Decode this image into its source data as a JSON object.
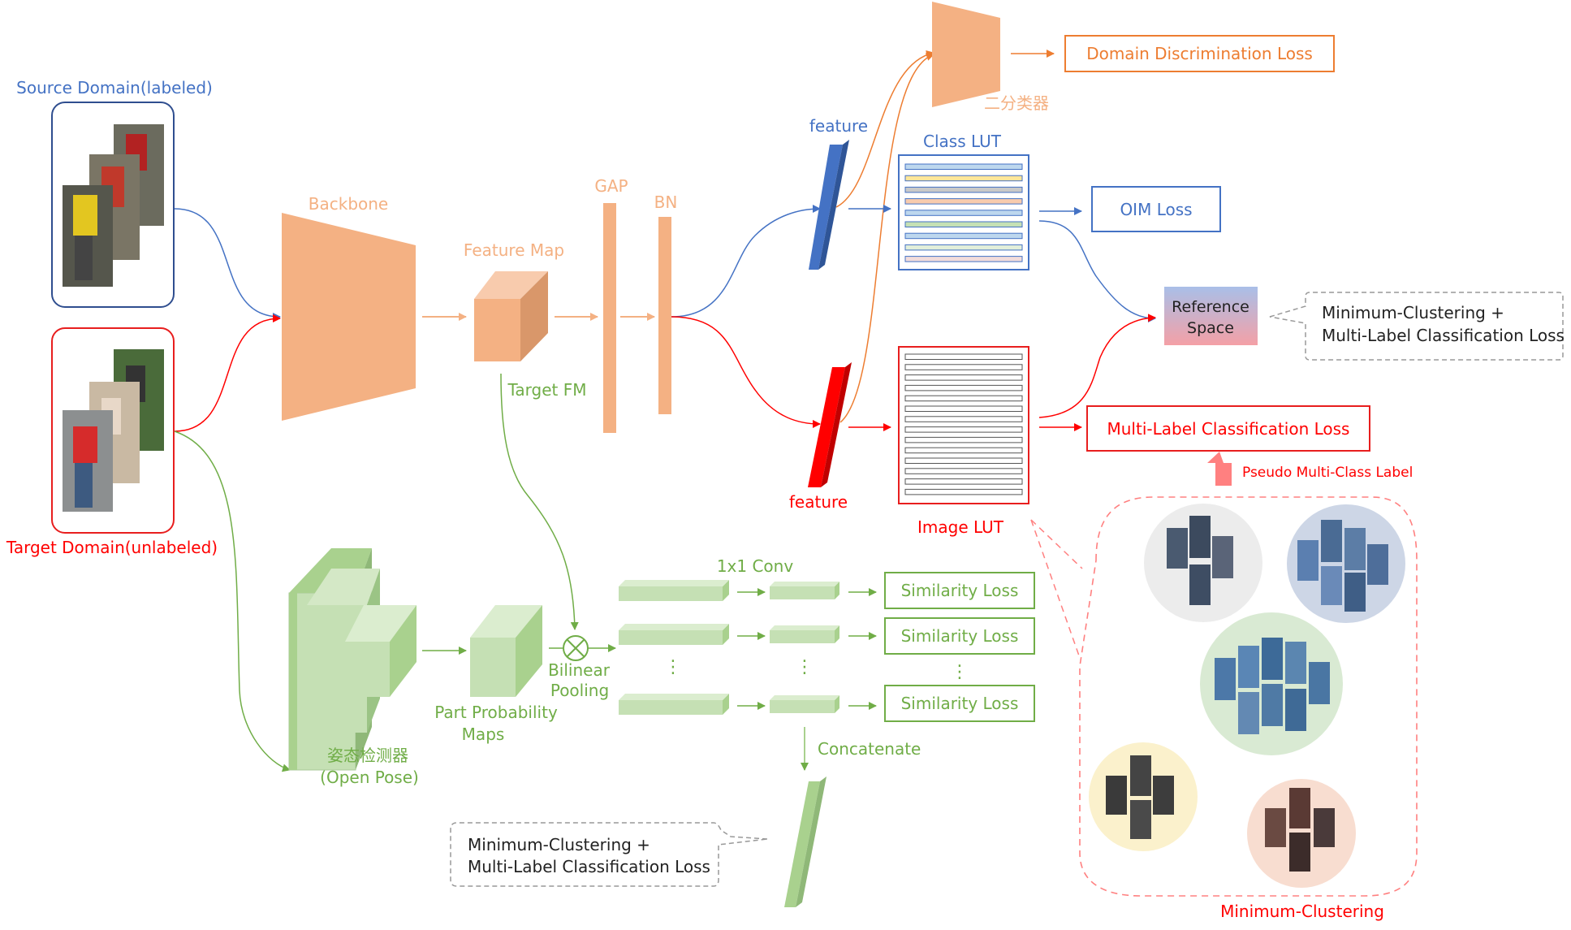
{
  "labels": {
    "source_domain": "Source Domain(labeled)",
    "target_domain": "Target Domain(unlabeled)",
    "backbone": "Backbone",
    "feature_map": "Feature Map",
    "target_fm": "Target FM",
    "gap": "GAP",
    "bn": "BN",
    "feature_top": "feature",
    "feature_bottom": "feature",
    "class_lut": "Class LUT",
    "image_lut": "Image LUT",
    "classifier": "二分类器",
    "domain_loss": "Domain Discrimination Loss",
    "oim_loss": "OIM Loss",
    "reference_space_1": "Reference",
    "reference_space_2": "Space",
    "ref_loss_1": "Minimum-Clustering +",
    "ref_loss_2": "Multi-Label Classification Loss",
    "mlc_loss": "Multi-Label Classification Loss",
    "pseudo_label": "Pseudo Multi-Class Label",
    "min_clustering": "Minimum-Clustering",
    "pose_detector_1": "姿态检测器",
    "pose_detector_2": "(Open Pose)",
    "part_prob_1": "Part Probability",
    "part_prob_2": "Maps",
    "bilinear_1": "Bilinear",
    "bilinear_2": "Pooling",
    "conv": "1x1 Conv",
    "sim_loss_1": "Similarity Loss",
    "sim_loss_2": "Similarity Loss",
    "sim_loss_3": "Similarity Loss",
    "concatenate": "Concatenate",
    "bottom_loss_1": "Minimum-Clustering +",
    "bottom_loss_2": "Multi-Label Classification Loss",
    "dots": "⋮"
  },
  "colors": {
    "orange": "#f4b183",
    "dark_orange": "#ed7d31",
    "blue": "#4472c4",
    "red": "#ff0000",
    "green": "#70ad47",
    "light_green": "#c5e0b4"
  }
}
